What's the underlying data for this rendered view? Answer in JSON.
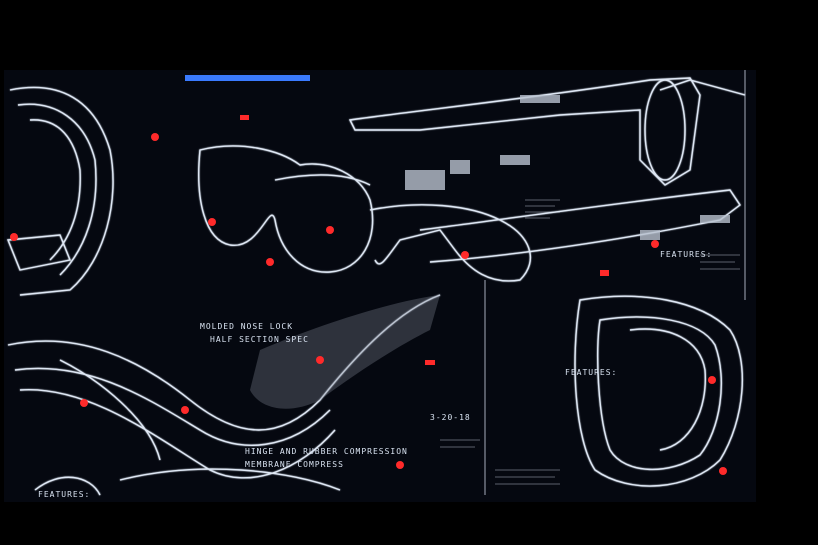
{
  "image": {
    "subject": "projected sunglasses design sketches on a dark screen",
    "colors": {
      "background": "#000000",
      "screen": "#050810",
      "line": "#dfe8f5",
      "accent_red": "#ff2a2a",
      "accent_blue": "#3a7bff"
    }
  },
  "annotations": {
    "left_a": "MOLDED NOSE LOCK",
    "left_b": "HALF SECTION SPEC",
    "bottom_a": "HINGE AND RUBBER COMPRESSION",
    "bottom_b": "MEMBRANE COMPRESS",
    "features_1": "FEATURES:",
    "features_2": "FEATURES:",
    "features_3": "FEATURES:",
    "date": "3-20-18"
  }
}
